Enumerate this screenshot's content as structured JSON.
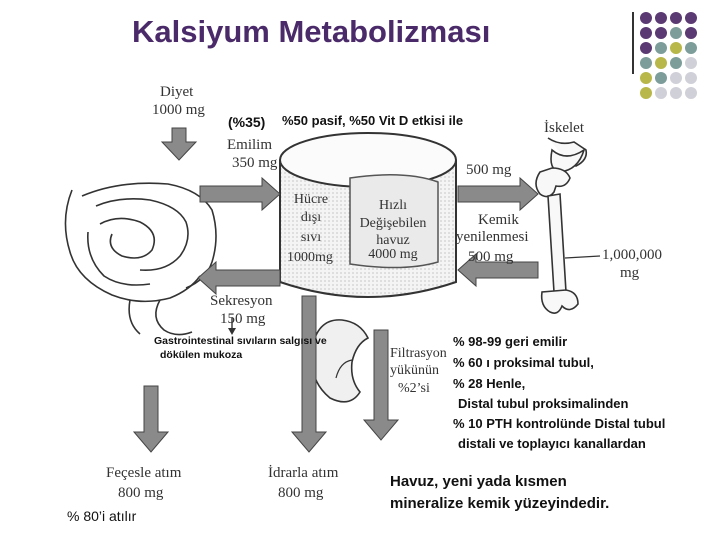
{
  "title": "Kalsiyum Metabolizması",
  "labels": {
    "diyet": "Diyet",
    "diyet_mg": "1000 mg",
    "emilim_pct": "(%35)",
    "emilim_note": "%50 pasif, %50 Vit D etkisi ile",
    "emilim": "Emilim",
    "emilim_mg": "350 mg",
    "hucre_1": "Hücre",
    "hucre_2": "dışı",
    "hucre_3": "sıvı",
    "hucre_mg": "1000mg",
    "hizli_1": "Hızlı",
    "hizli_2": "Değişebilen",
    "hizli_3": "havuz",
    "hizli_mg": "4000 mg",
    "iskelet": "İskelet",
    "kemik_out_mg": "500 mg",
    "kemik_1": "Kemik",
    "kemik_2": "yenilenmesi",
    "kemik_in_mg": "500 mg",
    "bone_mg_1": "1,000,000",
    "bone_mg_2": "mg",
    "sekresyon": "Sekresyon",
    "sekresyon_mg": "150 mg",
    "gastro_1": "Gastrointestinal sıvıların salgısı ve",
    "gastro_2": "dökülen mukoza",
    "filtr_1": "Filtrasyon",
    "filtr_2": "yükünün",
    "filtr_3": "%2’si",
    "renal_1": "% 98-99 geri emilir",
    "renal_2": "% 60 ı proksimal tubul,",
    "renal_3": "% 28 Henle,",
    "renal_4": "Distal tubul proksimalinden",
    "renal_5": "% 10 PTH kontrolünde Distal tubul",
    "renal_6": "distali ve toplayıcı kanallardan",
    "fece_1": "Feçesle atım",
    "fece_mg": "800 mg",
    "idrar_1": "İdrarla atım",
    "idrar_mg": "800 mg",
    "fece_pct": "% 80’i atılır",
    "havuz_1": "Havuz, yeni yada kısmen",
    "havuz_2": "mineralize kemik yüzeyindedir."
  },
  "colors": {
    "title": "#4b2a6a",
    "dot_purple": "#5b3a73",
    "dot_teal": "#7d9d9a",
    "dot_olive": "#b8b84a",
    "dot_gray": "#d0d0d8",
    "arrow_fill": "#8a8a8a"
  },
  "dot_grid": [
    [
      "dot_purple",
      "dot_purple",
      "dot_purple",
      "dot_purple"
    ],
    [
      "dot_purple",
      "dot_purple",
      "dot_teal",
      "dot_purple"
    ],
    [
      "dot_purple",
      "dot_teal",
      "dot_olive",
      "dot_teal"
    ],
    [
      "dot_teal",
      "dot_olive",
      "dot_teal",
      "dot_gray"
    ],
    [
      "dot_olive",
      "dot_teal",
      "dot_gray",
      "dot_gray"
    ],
    [
      "dot_olive",
      "dot_gray",
      "dot_gray",
      "dot_gray"
    ]
  ]
}
